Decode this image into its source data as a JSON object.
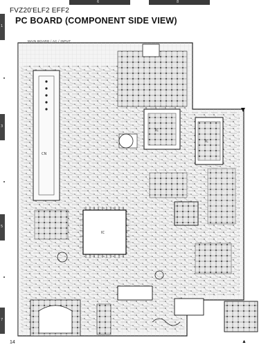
{
  "header": {
    "column_tabs": [
      "6",
      "8"
    ],
    "model_line": "FVZ20'ELF2 EFF2",
    "title": "PC BOARD (COMPONENT SIDE VIEW)"
  },
  "board": {
    "caption": "MAIN BOARD / AC / INPUT",
    "ic_label_main": "IC",
    "ic_label_a": "IC",
    "ic_label_b": "IC",
    "connector_label": "CN"
  },
  "side_rows": [
    "1",
    "2",
    "3",
    "4",
    "5",
    "6",
    "7"
  ],
  "footer": {
    "page_number": "14",
    "warning_symbol": "▲"
  }
}
